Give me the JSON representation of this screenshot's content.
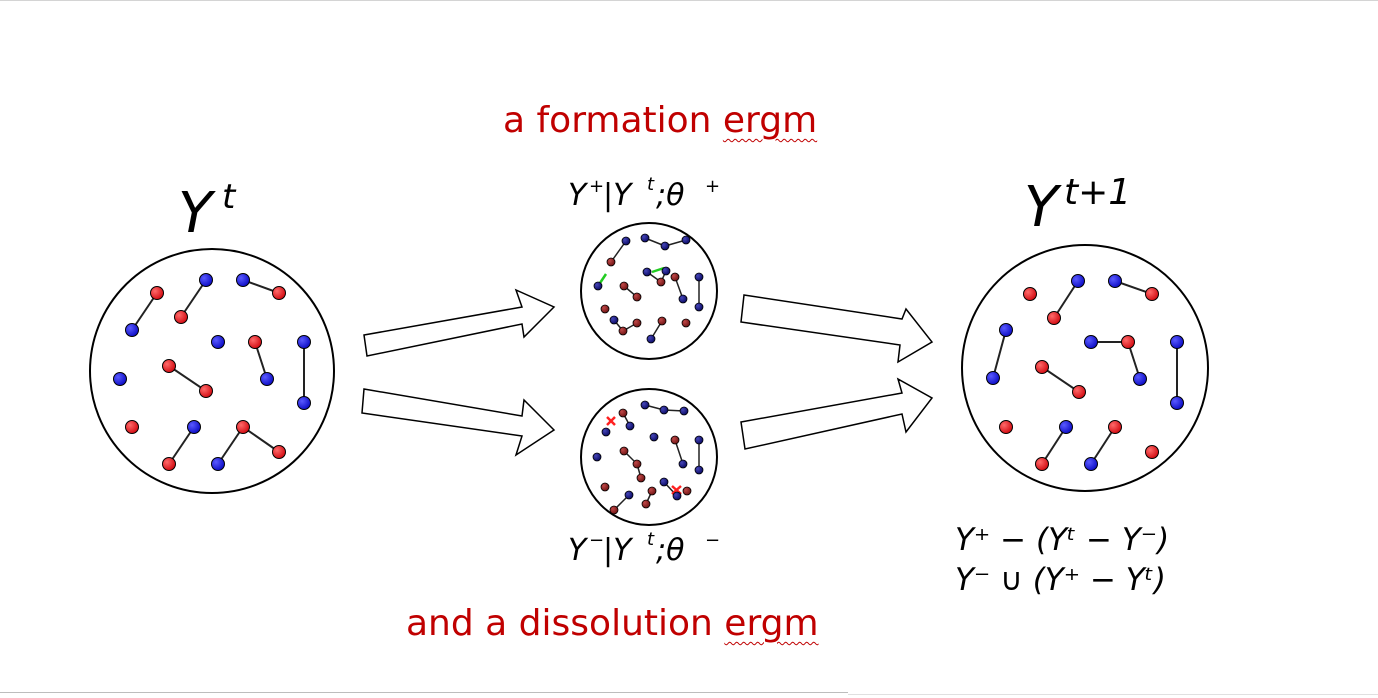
{
  "captions": {
    "formation_prefix": "a formation ",
    "formation_model": "ergm",
    "dissolution_prefix": "and a dissolution ",
    "dissolution_model": "ergm"
  },
  "labels": {
    "left_base": "Y",
    "left_sup": "t",
    "formation_base": "Y",
    "formation_sup": "+",
    "formation_bar": "|Y",
    "formation_bar_sup": "t",
    "formation_theta": ";θ",
    "formation_theta_sup": "+",
    "dissolution_base": "Y",
    "dissolution_sup": "−",
    "dissolution_bar": "|Y",
    "dissolution_bar_sup": "t",
    "dissolution_theta": ";θ",
    "dissolution_theta_sup": "−",
    "right_base": "Y",
    "right_sup": "t+1",
    "eq1": "Y⁺ − (Yᵗ − Y⁻)",
    "eq2": "Y⁻ ∪ (Y⁺ − Yᵗ)"
  },
  "colors": {
    "red_node": "#e8141c",
    "blue_node": "#1a1adb",
    "dark_red_node": "#8b1a1a",
    "dark_blue_node": "#10107a",
    "caption": "#c00000",
    "formation_mark": "#22cc22",
    "dissolution_mark": "#ff2020"
  },
  "icons": {
    "arrow": "hollow-block-arrow",
    "added_tie": "green-check-mark",
    "removed_tie": "red-cross-mark"
  }
}
